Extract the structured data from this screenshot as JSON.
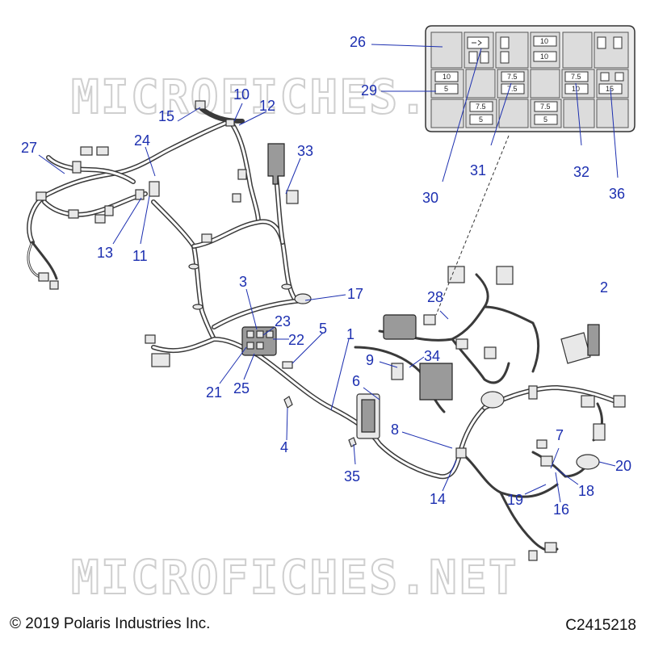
{
  "watermark": "MICROFICHES.NET",
  "copyright": "© 2019 Polaris Industries Inc.",
  "drawing_code": "C2415218",
  "callouts": {
    "c1": "1",
    "c2": "2",
    "c3": "3",
    "c4": "4",
    "c5": "5",
    "c6": "6",
    "c7": "7",
    "c8": "8",
    "c9": "9",
    "c10": "10",
    "c11": "11",
    "c12": "12",
    "c13": "13",
    "c14": "14",
    "c15": "15",
    "c16": "16",
    "c17": "17",
    "c18": "18",
    "c19": "19",
    "c20": "20",
    "c21": "21",
    "c22": "22",
    "c23": "23",
    "c24": "24",
    "c25": "25",
    "c26": "26",
    "c27": "27",
    "c28": "28",
    "c29": "29",
    "c30": "30",
    "c31": "31",
    "c32": "32",
    "c33": "33",
    "c34": "34",
    "c35": "35",
    "c36": "36"
  },
  "fuse_box": {
    "fuses": {
      "f1": "10",
      "f2": "10",
      "f3": "10",
      "f4": "5",
      "f5": "7.5",
      "f6": "7.5",
      "f7": "7.5",
      "f8": "10",
      "f9": "15",
      "f10": "7.5",
      "f11": "5",
      "f12": "7.5",
      "f13": "5"
    }
  }
}
